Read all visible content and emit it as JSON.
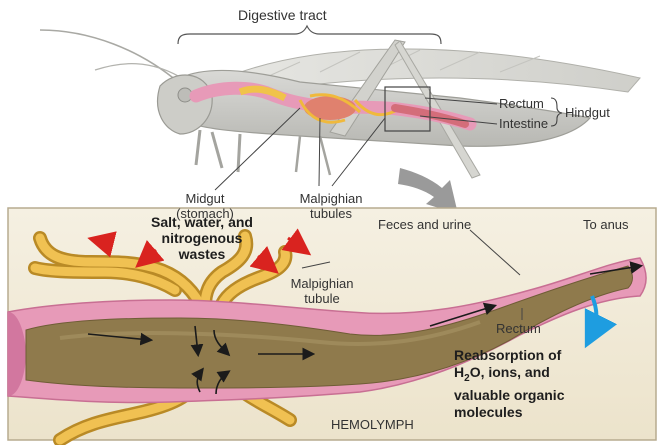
{
  "colors": {
    "background": "#ffffff",
    "lower_panel_bg": "#f3ecd9",
    "gut_pink": "#e79ab8",
    "gut_contents": "#8f7a4c",
    "tubule_yellow": "#e8b84a",
    "red_arrow": "#d9231f",
    "blue_arrow": "#1e9de0",
    "zoom_arrow": "#9a9a9a"
  },
  "top_panel": {
    "digestive_tract": "Digestive tract",
    "rectum": "Rectum",
    "intestine": "Intestine",
    "hindgut": "Hindgut",
    "midgut_line1": "Midgut",
    "midgut_line2": "(stomach)",
    "malpighian_line1": "Malpighian",
    "malpighian_line2": "tubules"
  },
  "bottom_panel": {
    "salt_line1": "Salt, water, and",
    "salt_line2": "nitrogenous",
    "salt_line3": "wastes",
    "feces_and_urine": "Feces and urine",
    "to_anus": "To anus",
    "malpighian_tubule_line1": "Malpighian",
    "malpighian_tubule_line2": "tubule",
    "rectum": "Rectum",
    "reabsorption_line1": "Reabsorption of",
    "reabsorption_line2_pre": "H",
    "reabsorption_line2_sub": "2",
    "reabsorption_line2_post": "O, ions, and",
    "reabsorption_line3": "valuable organic",
    "reabsorption_line4": "molecules",
    "hemolymph": "HEMOLYMPH"
  }
}
